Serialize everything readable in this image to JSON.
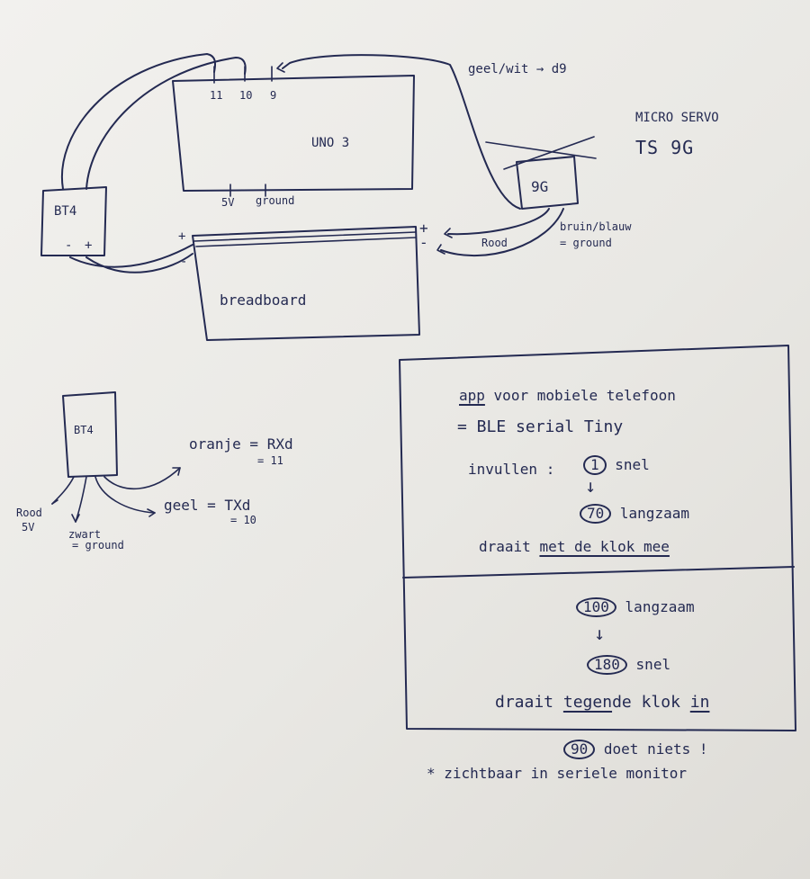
{
  "top_diagram": {
    "uno": {
      "label": "UNO 3",
      "pin_11": "11",
      "pin_10": "10",
      "pin_9": "9",
      "pin_5v": "5V",
      "pin_ground": "ground"
    },
    "bt4": {
      "label": "BT4",
      "minus": "-",
      "plus": "+"
    },
    "servo": {
      "label": "9G",
      "title_line1": "MICRO SERVO",
      "title_line2": "TS 9G"
    },
    "breadboard": {
      "label": "breadboard",
      "plus_left": "+",
      "minus_left": "-",
      "plus_right": "+",
      "minus_right": "-"
    },
    "wires": {
      "signal_label": "geel/wit → d9",
      "red_label": "Rood",
      "ground_label_line1": "bruin/blauw",
      "ground_label_line2": "= ground"
    }
  },
  "bt4_pinout": {
    "label": "BT4",
    "red_label_line1": "Rood",
    "red_label_line2": "5V",
    "black_label_line1": "zwart",
    "black_label_line2": "= ground",
    "orange_label_line1": "oranje = RXd",
    "orange_label_line2": "= 11",
    "yellow_label_line1": "geel = TXd",
    "yellow_label_line2": "= 10"
  },
  "app_box": {
    "top": {
      "app_word": "app",
      "line1_rest": "voor mobiele telefoon",
      "line2": "= BLE serial Tiny",
      "fill_in": "invullen :",
      "v1": "1",
      "v1_label": "snel",
      "arrow": "↓",
      "v2": "70",
      "v2_label": "langzaam",
      "turn_word": "draait",
      "turn_rest": "met de klok mee"
    },
    "bottom": {
      "v1": "100",
      "v1_label": "langzaam",
      "arrow": "↓",
      "v2": "180",
      "v2_label": "snel",
      "turn_word": "draait",
      "against": "tegen",
      "de_klok": "de klok",
      "in_word": "in"
    }
  },
  "footer": {
    "v": "90",
    "label": "doet niets !",
    "note": "* zichtbaar in seriele monitor"
  }
}
